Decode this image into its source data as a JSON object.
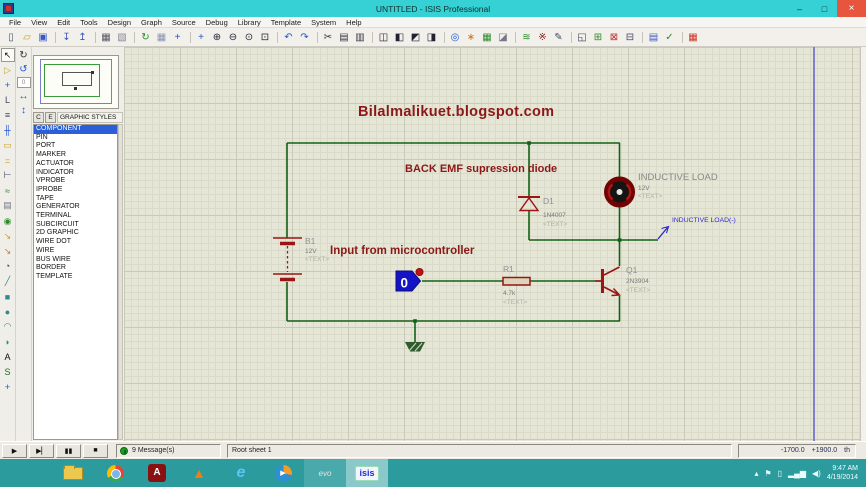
{
  "window": {
    "title": "UNTITLED - ISIS Professional",
    "controls": {
      "minimize": "–",
      "restore": "□",
      "close": "×"
    }
  },
  "menu": {
    "items": [
      {
        "name": "menu-file",
        "label": "File"
      },
      {
        "name": "menu-view",
        "label": "View"
      },
      {
        "name": "menu-edit",
        "label": "Edit"
      },
      {
        "name": "menu-tools",
        "label": "Tools"
      },
      {
        "name": "menu-design",
        "label": "Design"
      },
      {
        "name": "menu-graph",
        "label": "Graph"
      },
      {
        "name": "menu-source",
        "label": "Source"
      },
      {
        "name": "menu-debug",
        "label": "Debug"
      },
      {
        "name": "menu-library",
        "label": "Library"
      },
      {
        "name": "menu-template",
        "label": "Template"
      },
      {
        "name": "menu-system",
        "label": "System"
      },
      {
        "name": "menu-help",
        "label": "Help"
      }
    ]
  },
  "toolbar": {
    "items": [
      {
        "name": "new-file-button",
        "glyph": "▯",
        "color": "#445566"
      },
      {
        "name": "open-file-button",
        "glyph": "▱",
        "color": "#c9a227"
      },
      {
        "name": "save-file-button",
        "glyph": "▣",
        "color": "#3a57c4"
      },
      {
        "name": "import-section-button",
        "glyph": "↧",
        "color": "#3a57c4",
        "cls": "gap"
      },
      {
        "name": "export-section-button",
        "glyph": "↥",
        "color": "#3a57c4"
      },
      {
        "name": "print-button",
        "glyph": "▦",
        "color": "#556",
        "cls": "gap"
      },
      {
        "name": "mark-print-area-button",
        "glyph": "▧",
        "color": "#889"
      },
      {
        "name": "redraw-button",
        "glyph": "↻",
        "color": "#2a8a2a",
        "cls": "gap"
      },
      {
        "name": "toggle-grid-button",
        "glyph": "▦",
        "color": "#8a93b0"
      },
      {
        "name": "false-origin-button",
        "glyph": "+",
        "color": "#2255cc"
      },
      {
        "name": "pan-button",
        "glyph": "+",
        "color": "#2255cc",
        "cls": "gap"
      },
      {
        "name": "zoom-in-button",
        "glyph": "⊕",
        "color": "#223"
      },
      {
        "name": "zoom-out-button",
        "glyph": "⊖",
        "color": "#223"
      },
      {
        "name": "zoom-all-button",
        "glyph": "⊙",
        "color": "#223"
      },
      {
        "name": "zoom-area-button",
        "glyph": "⊡",
        "color": "#223"
      },
      {
        "name": "undo-button",
        "glyph": "↶",
        "color": "#2255cc",
        "cls": "gap"
      },
      {
        "name": "redo-button",
        "glyph": "↷",
        "color": "#2255cc"
      },
      {
        "name": "cut-button",
        "glyph": "✂",
        "color": "#334",
        "cls": "gap"
      },
      {
        "name": "copy-button",
        "glyph": "▤",
        "color": "#334"
      },
      {
        "name": "paste-button",
        "glyph": "▥",
        "color": "#334"
      },
      {
        "name": "block-copy-button",
        "glyph": "◫",
        "color": "#223",
        "cls": "gap"
      },
      {
        "name": "block-move-button",
        "glyph": "◧",
        "color": "#223"
      },
      {
        "name": "block-rotate-button",
        "glyph": "◩",
        "color": "#223"
      },
      {
        "name": "block-delete-button",
        "glyph": "◨",
        "color": "#223"
      },
      {
        "name": "pick-parts-button",
        "glyph": "◎",
        "color": "#2255cc",
        "cls": "gap"
      },
      {
        "name": "make-device-button",
        "glyph": "∗",
        "color": "#c9742a"
      },
      {
        "name": "packaging-tool-button",
        "glyph": "▦",
        "color": "#2a8a2a"
      },
      {
        "name": "decompose-button",
        "glyph": "◪",
        "color": "#778"
      },
      {
        "name": "wire-autorouter-button",
        "glyph": "≋",
        "color": "#2a8a2a",
        "cls": "gap"
      },
      {
        "name": "search-tag-button",
        "glyph": "※",
        "color": "#8a2222"
      },
      {
        "name": "property-assignment-button",
        "glyph": "✎",
        "color": "#446"
      },
      {
        "name": "design-explorer-button",
        "glyph": "◱",
        "color": "#446",
        "cls": "gap"
      },
      {
        "name": "new-sheet-button",
        "glyph": "⊞",
        "color": "#2a8a2a"
      },
      {
        "name": "remove-sheet-button",
        "glyph": "⊠",
        "color": "#c03030"
      },
      {
        "name": "exit-to-parent-button",
        "glyph": "⊟",
        "color": "#446"
      },
      {
        "name": "bill-of-materials-button",
        "glyph": "▤",
        "color": "#3a57c4",
        "cls": "gap"
      },
      {
        "name": "electrical-rule-check-button",
        "glyph": "✓",
        "color": "#2a8a2a"
      },
      {
        "name": "netlist-to-ares-button",
        "glyph": "▦",
        "color": "#cc3322",
        "cls": "gap"
      }
    ]
  },
  "mode_toolbar": {
    "items": [
      {
        "name": "selection-mode-button",
        "glyph": "↖",
        "color": "#111",
        "cls": "pressed"
      },
      {
        "name": "component-mode-button",
        "glyph": "▷",
        "color": "#c9a227"
      },
      {
        "name": "junction-dot-mode-button",
        "glyph": "+",
        "color": "#2255cc"
      },
      {
        "name": "wire-label-mode-button",
        "glyph": "L",
        "color": "#446"
      },
      {
        "name": "text-script-mode-button",
        "glyph": "≡",
        "color": "#446"
      },
      {
        "name": "bus-mode-button",
        "glyph": "╫",
        "color": "#2255cc"
      },
      {
        "name": "subcircuit-mode-button",
        "glyph": "▭",
        "color": "#c9a227"
      },
      {
        "name": "terminal-mode-button",
        "glyph": "=",
        "color": "#c9a227"
      },
      {
        "name": "device-pin-mode-button",
        "glyph": "⊢",
        "color": "#446"
      },
      {
        "name": "graph-mode-button",
        "glyph": "≈",
        "color": "#2a8a2a"
      },
      {
        "name": "tape-recorder-mode-button",
        "glyph": "▤",
        "color": "#778"
      },
      {
        "name": "generator-mode-button",
        "glyph": "◉",
        "color": "#2a8a2a"
      },
      {
        "name": "voltage-probe-mode-button",
        "glyph": "↘",
        "color": "#c9a227"
      },
      {
        "name": "current-probe-mode-button",
        "glyph": "↘",
        "color": "#c97f27"
      },
      {
        "name": "instrument-mode-button",
        "glyph": "◔",
        "color": "#446"
      },
      {
        "name": "2d-line-mode-button",
        "glyph": "╱",
        "color": "#2e8b8b"
      },
      {
        "name": "2d-box-mode-button",
        "glyph": "■",
        "color": "#2e8b8b"
      },
      {
        "name": "2d-circle-mode-button",
        "glyph": "●",
        "color": "#2e8b8b"
      },
      {
        "name": "2d-arc-mode-button",
        "glyph": "◠",
        "color": "#2e8b8b"
      },
      {
        "name": "2d-path-mode-button",
        "glyph": "◗",
        "color": "#2e8b8b"
      },
      {
        "name": "2d-text-mode-button",
        "glyph": "A",
        "color": "#111"
      },
      {
        "name": "2d-symbol-mode-button",
        "glyph": "S",
        "color": "#1a6b1a"
      },
      {
        "name": "2d-marker-mode-button",
        "glyph": "+",
        "color": "#2255cc"
      }
    ]
  },
  "orientation": {
    "rotate_cw": "↻",
    "rotate_ccw": "↺",
    "angle": "0",
    "mirror_h": "↔",
    "mirror_v": "↕"
  },
  "object_selector": {
    "button_c": "C",
    "button_e": "E",
    "title": "GRAPHIC STYLES",
    "items": [
      {
        "label": "COMPONENT",
        "cls": "selected"
      },
      {
        "label": "PIN"
      },
      {
        "label": "PORT"
      },
      {
        "label": "MARKER"
      },
      {
        "label": "ACTUATOR"
      },
      {
        "label": "INDICATOR"
      },
      {
        "label": "VPROBE"
      },
      {
        "label": "IPROBE"
      },
      {
        "label": "TAPE"
      },
      {
        "label": "GENERATOR"
      },
      {
        "label": "TERMINAL"
      },
      {
        "label": "SUBCIRCUIT"
      },
      {
        "label": "2D GRAPHIC"
      },
      {
        "label": "WIRE DOT"
      },
      {
        "label": "WIRE"
      },
      {
        "label": "BUS WIRE"
      },
      {
        "label": "BORDER"
      },
      {
        "label": "TEMPLATE"
      }
    ]
  },
  "schematic": {
    "annotations": {
      "blog": "Bilalmalikuet.blogspot.com",
      "diode_note": "BACK EMF supression diode",
      "input_note": "Input from microcontroller"
    },
    "battery": {
      "ref": "B1",
      "value": "12V",
      "text": "<TEXT>"
    },
    "diode": {
      "ref": "D1",
      "value": "1N4007",
      "text": "<TEXT>"
    },
    "resistor": {
      "ref": "R1",
      "value": "4.7k",
      "text": "<TEXT>"
    },
    "transistor": {
      "ref": "Q1",
      "value": "2N3904",
      "text": "<TEXT>"
    },
    "motor": {
      "label": "INDUCTIVE LOAD",
      "value": "12V",
      "text": "<TEXT>"
    },
    "logic_state": {
      "value": "0"
    },
    "terminal": {
      "label": "INDUCTIVE LOAD(-)"
    },
    "colors": {
      "wire": "#156015",
      "component": "#9a1515",
      "annotation": "#8b1717",
      "terminal_blue": "#2525cc"
    }
  },
  "statusbar": {
    "controls": [
      {
        "name": "play-button",
        "glyph": "▶"
      },
      {
        "name": "step-button",
        "glyph": "▶▏"
      },
      {
        "name": "pause-button",
        "glyph": "▮▮"
      },
      {
        "name": "stop-button",
        "glyph": "■"
      }
    ],
    "message_count": "9 Message(s)",
    "sheet_label": "Root sheet 1",
    "coord_x": "-1700.0",
    "coord_y": "+1900.0",
    "coord_units": "th"
  },
  "taskbar": {
    "apps": [
      {
        "name": "taskbar-file-explorer",
        "cls": "folder",
        "glyph": ""
      },
      {
        "name": "taskbar-chrome",
        "cls": "chrome",
        "glyph": ""
      },
      {
        "name": "taskbar-adobe-reader",
        "cls": "adobe",
        "glyph": "A"
      },
      {
        "name": "taskbar-vlc",
        "cls": "vlc",
        "glyph": "▲"
      },
      {
        "name": "taskbar-internet-explorer",
        "cls": "ie",
        "glyph": "e"
      },
      {
        "name": "taskbar-media-player",
        "cls": "wmp",
        "glyph": "▶"
      },
      {
        "name": "taskbar-evo",
        "cls": "evo",
        "glyph": "evo"
      },
      {
        "name": "taskbar-isis",
        "cls": "isis",
        "glyph": "isis"
      }
    ],
    "tray": [
      {
        "name": "hidden-icons-chevron",
        "glyph": "▴"
      },
      {
        "name": "action-center-flag-icon",
        "glyph": "⚑"
      },
      {
        "name": "power-icon",
        "glyph": "▯"
      },
      {
        "name": "network-icon",
        "glyph": "▂▄▆"
      },
      {
        "name": "volume-icon",
        "glyph": "◀)"
      }
    ],
    "clock": {
      "time": "9:47 AM",
      "date": "4/19/2014"
    }
  }
}
